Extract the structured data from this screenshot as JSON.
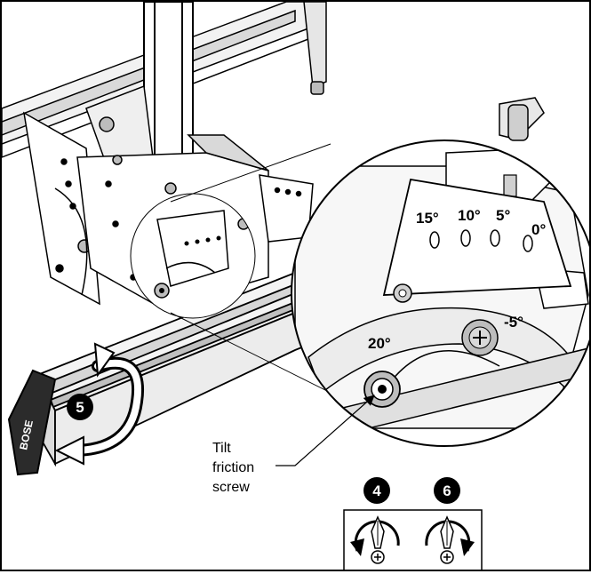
{
  "angles": {
    "a15": "15°",
    "a10": "10°",
    "a5": "5°",
    "a0": "0°",
    "neg5": "-5°",
    "a20": "20°"
  },
  "callout": {
    "line1": "Tilt",
    "line2": "friction",
    "line3": "screw"
  },
  "steps": {
    "s5": "5",
    "s4": "4",
    "s6": "6"
  },
  "brand": {
    "logo_text": "BOSE"
  },
  "colors": {
    "ink": "#000000",
    "paper": "#ffffff",
    "metal_light": "#e6e6e6",
    "metal_mid": "#bdbdbd",
    "metal_dark": "#8a8a8a"
  }
}
